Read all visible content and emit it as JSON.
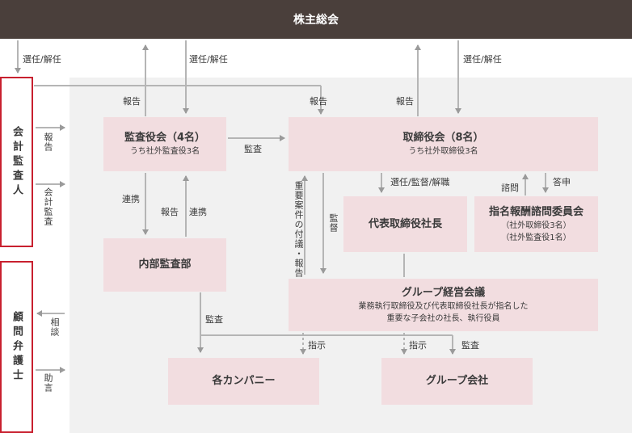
{
  "shareholders_meeting": "株主総会",
  "auditor_side": "会計監査人",
  "lawyer_side": "顧問弁護士",
  "audit_board": {
    "title": "監査役会（4名）",
    "sub": "うち社外監査役3名"
  },
  "board": {
    "title": "取締役会（8名）",
    "sub": "うち社外取締役3名"
  },
  "president": "代表取締役社長",
  "nomination_committee": {
    "title": "指名報酬諮問委員会",
    "sub1": "（社外取締役3名）",
    "sub2": "（社外監査役1名）"
  },
  "internal_audit": "内部監査部",
  "group_management": {
    "title": "グループ経営会議",
    "sub1": "業務執行取締役及び代表取締役社長が指名した",
    "sub2": "重要な子会社の社長、執行役員"
  },
  "companies": "各カンパニー",
  "group_companies": "グループ会社",
  "labels": {
    "elect_1": "選任/解任",
    "elect_2": "選任/解任",
    "elect_3": "選任/解任",
    "report_a": "報告",
    "report_b": "報告",
    "report_c": "報告",
    "auditor_report": "報告",
    "auditor_audit": "会計監査",
    "audit_to_board": "監査",
    "elect_supervise": "選任/監督/解職",
    "consult": "諮問",
    "answer": "答申",
    "cooperation": "連携",
    "internal_report": "報告",
    "internal_coop": "連携",
    "important_matters": "重要案件の付議・報告",
    "supervision": "監督",
    "audit_companies": "監査",
    "instruction_1": "指示",
    "instruction_2": "指示",
    "audit_group": "監査",
    "consultation": "相談",
    "advice": "助言"
  }
}
